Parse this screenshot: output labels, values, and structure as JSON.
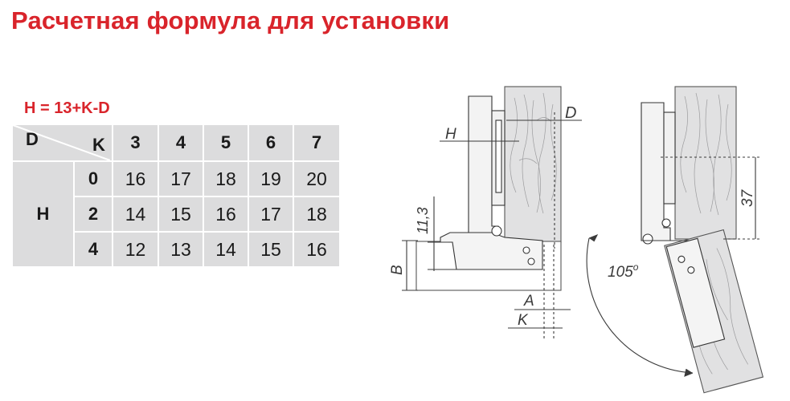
{
  "title": "Расчетная формула для установки",
  "formula": "H = 13+K-D",
  "table": {
    "corner_d": "D",
    "corner_k": "K",
    "d_values": [
      "3",
      "4",
      "5",
      "6",
      "7"
    ],
    "h_label": "H",
    "rows": [
      {
        "k": "0",
        "values": [
          "16",
          "17",
          "18",
          "19",
          "20"
        ]
      },
      {
        "k": "2",
        "values": [
          "14",
          "15",
          "16",
          "17",
          "18"
        ]
      },
      {
        "k": "4",
        "values": [
          "12",
          "13",
          "14",
          "15",
          "16"
        ]
      }
    ]
  },
  "diagram": {
    "label_d": "D",
    "label_h": "H",
    "label_11_3": "11,3",
    "label_b": "B",
    "label_a": "A",
    "label_k": "K",
    "label_37": "37",
    "label_angle": "105",
    "label_angle_deg": "o"
  },
  "colors": {
    "title": "#d9242b",
    "table_bg": "#dcdcdd",
    "wood": "#e1e1e2",
    "line": "#3a3a3a"
  }
}
